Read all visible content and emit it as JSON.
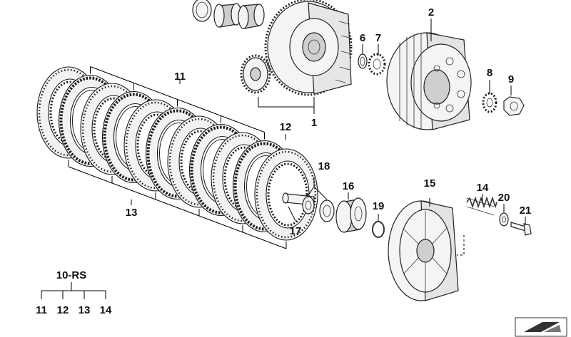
{
  "callouts": {
    "c1": "1",
    "c2": "2",
    "c6": "6",
    "c7": "7",
    "c8": "8",
    "c9": "9",
    "c11": "11",
    "c12": "12",
    "c13": "13",
    "c14": "14",
    "c15": "15",
    "c16": "16",
    "c17": "17",
    "c18": "18",
    "c19": "19",
    "c20": "20",
    "c21": "21"
  },
  "kit": {
    "title": "10-RS",
    "members": [
      "11",
      "12",
      "13",
      "14"
    ]
  },
  "icons": {
    "corner": "arrow-icon"
  }
}
